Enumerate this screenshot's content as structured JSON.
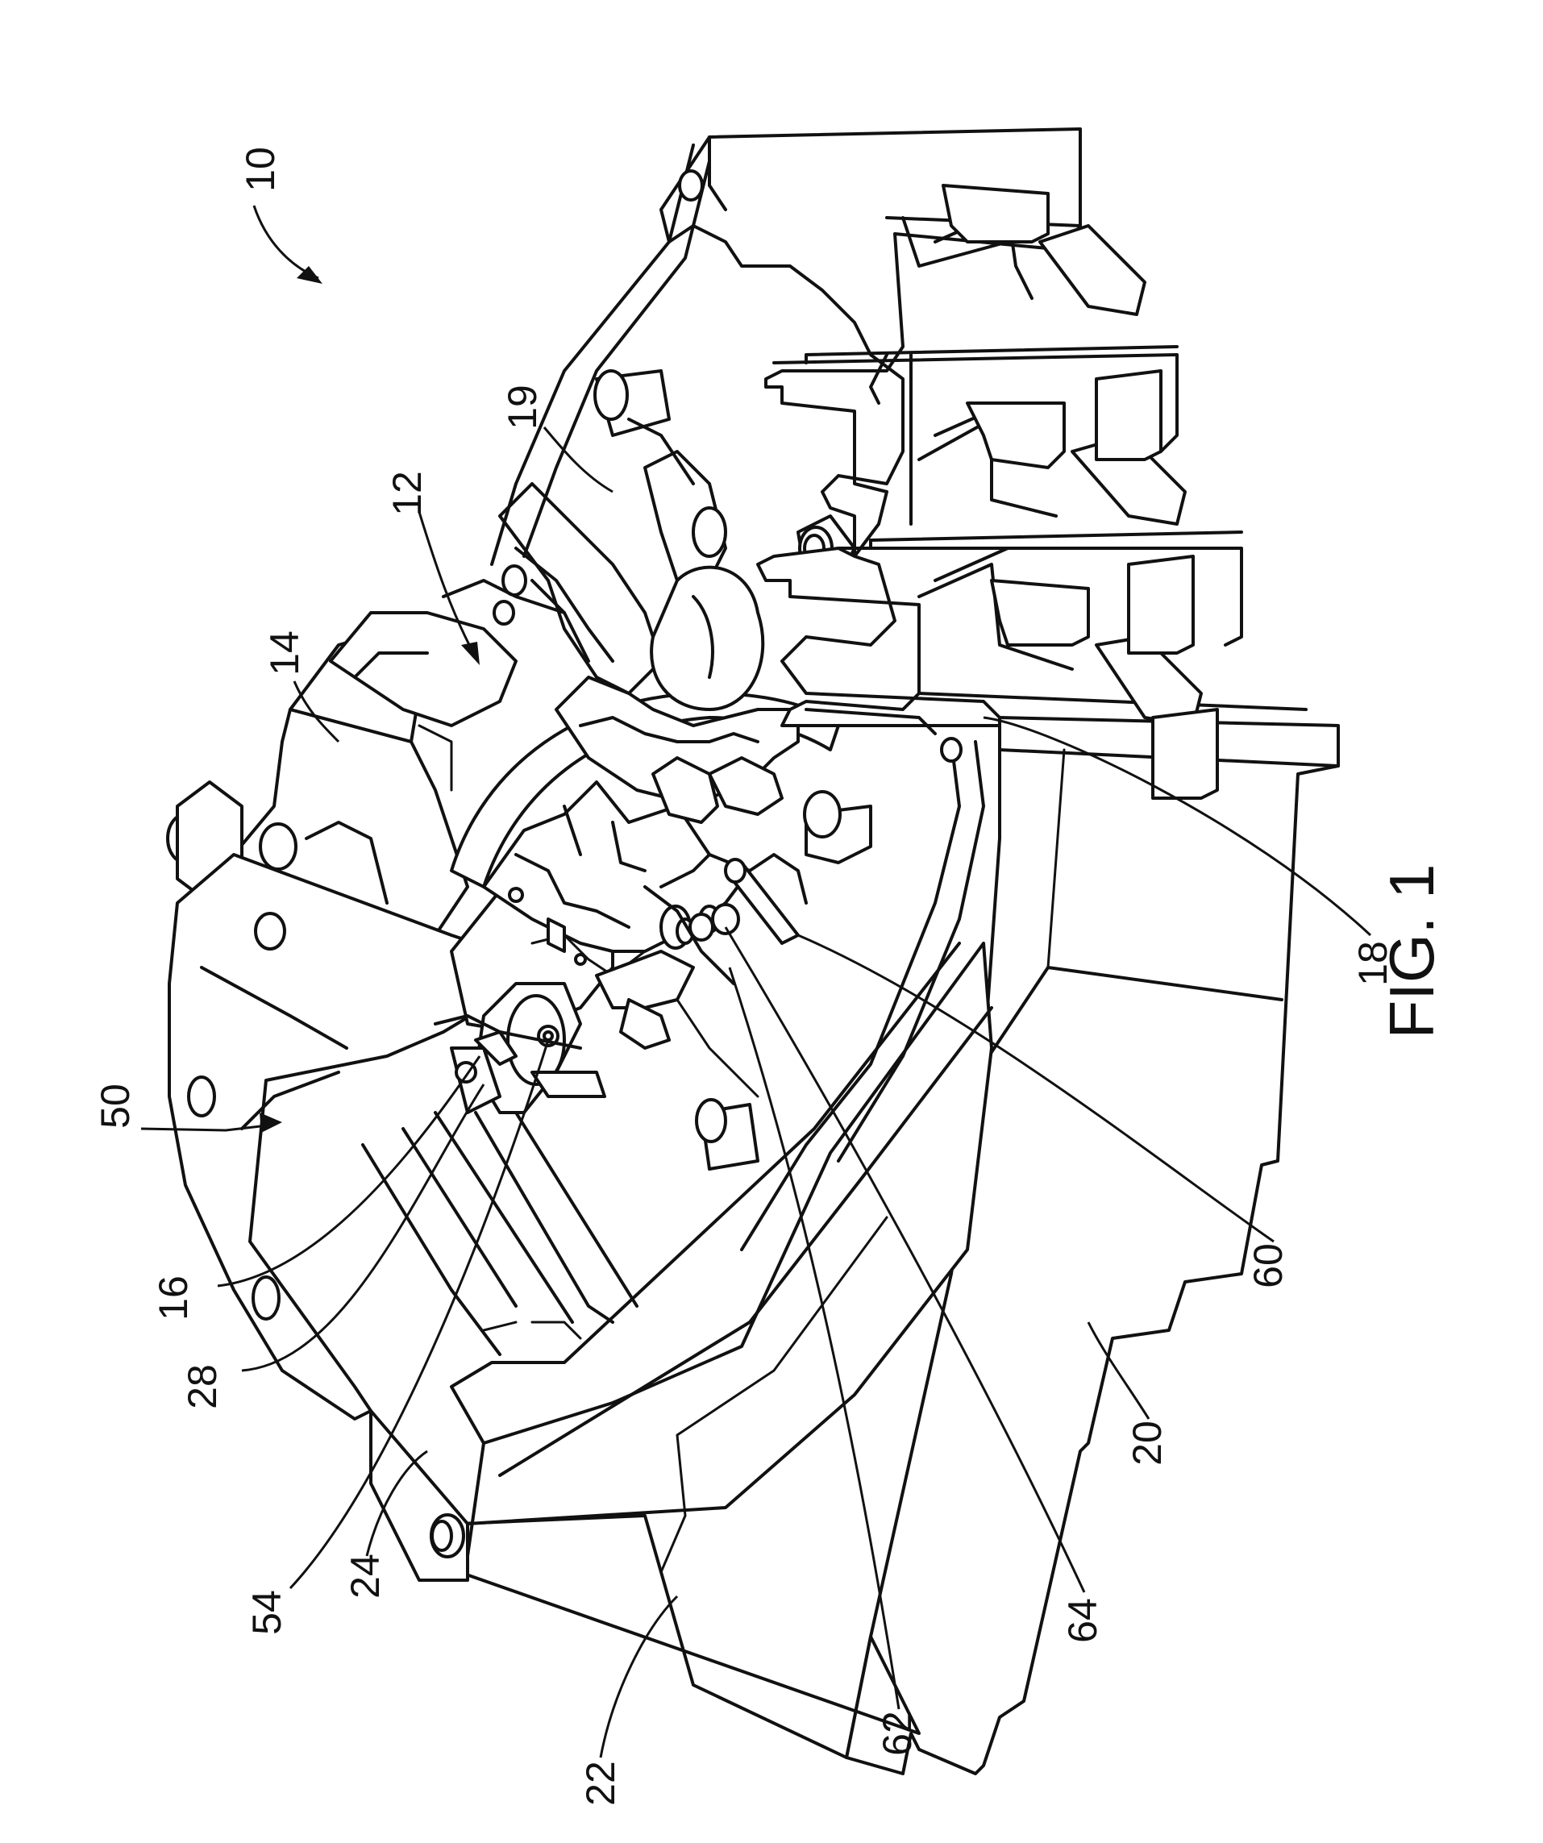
{
  "figure_label": "FIG. 1",
  "reference_numerals": {
    "n10": "10",
    "n12": "12",
    "n14": "14",
    "n16": "16",
    "n18": "18",
    "n19": "19",
    "n20": "20",
    "n22": "22",
    "n24": "24",
    "n28": "28",
    "n50": "50",
    "n54": "54",
    "n60": "60",
    "n62": "62",
    "n64": "64"
  }
}
